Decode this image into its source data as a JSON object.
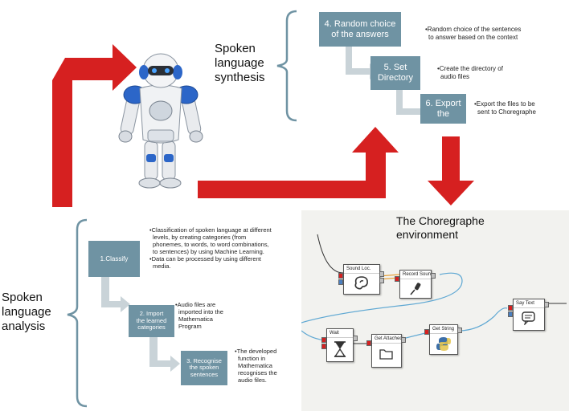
{
  "colors": {
    "arrow": "#d62020",
    "step_box": "#6f93a3",
    "chevron": "#c9d3d8",
    "bracket": "#6f93a3",
    "choregraphe_bg": "#f2f2ef",
    "wire": "#5fa8d3"
  },
  "synthesis": {
    "title_line1": "Spoken",
    "title_line2": "language",
    "title_line3": "synthesis",
    "steps": [
      {
        "label_line1": "4. Random choice",
        "label_line2": "of the answers",
        "desc_line1": "•Random choice of the sentences",
        "desc_line2": "to answer based on the context"
      },
      {
        "label_line1": "5. Set",
        "label_line2": "Directory",
        "desc_line1": "•Create the directory of",
        "desc_line2": "audio files"
      },
      {
        "label_line1": "6. Export",
        "label_line2": "the",
        "desc_line1": "•Export the files to be",
        "desc_line2": "sent to Choregraphe"
      }
    ]
  },
  "analysis": {
    "title_line1": "Spoken",
    "title_line2": "language",
    "title_line3": "analysis",
    "steps": [
      {
        "label_line1": "1.Classify",
        "label_line2": "",
        "label_line3": ""
      },
      {
        "label_line1": "2. Import",
        "label_line2": "the learned",
        "label_line3": "categories"
      },
      {
        "label_line1": "3. Recognise",
        "label_line2": "the spoken",
        "label_line3": "sentences"
      }
    ],
    "desc1": [
      "•Classification of spoken language at different",
      "levels, by creating categories (from",
      "phonemes, to words, to word combinations,",
      "to sentences) by using Machine Learning.",
      "•Data can be processed by using different",
      "media."
    ],
    "desc2": [
      "•Audio files are",
      "imported into the",
      "Mathematica",
      "Program"
    ],
    "desc3": [
      "•The developed",
      "function in",
      "Mathematica",
      "recognises the",
      "audio files."
    ]
  },
  "choregraphe": {
    "title_line1": "The Choregraphe",
    "title_line2": "environment",
    "boxes": [
      {
        "title": "Sound Loc.",
        "icon": "ear-icon"
      },
      {
        "title": "Record Soun",
        "icon": "microphone-icon"
      },
      {
        "title": "Say Text",
        "icon": "speech-bubble-icon"
      },
      {
        "title": "Wait",
        "icon": "hourglass-icon"
      },
      {
        "title": "Get Attached",
        "icon": "folder-icon"
      },
      {
        "title": "Get String",
        "icon": "python-icon"
      }
    ]
  }
}
